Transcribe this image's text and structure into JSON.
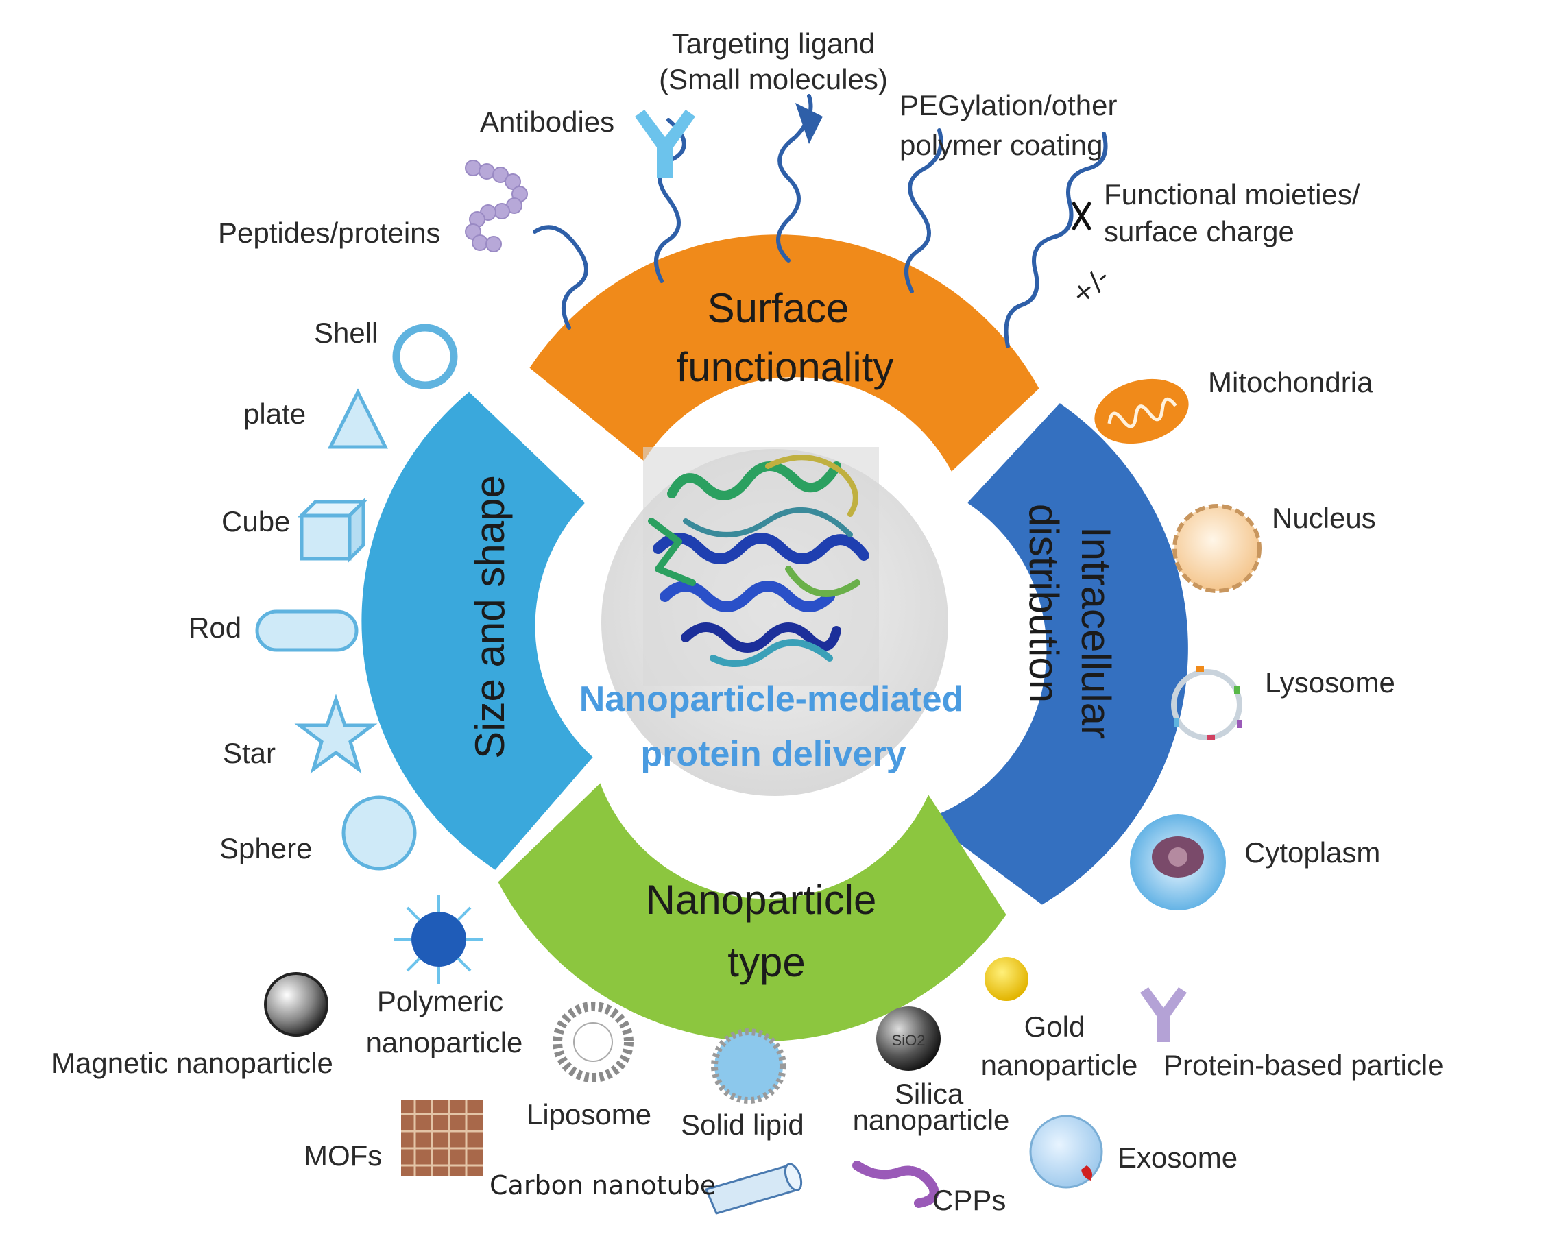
{
  "center": {
    "line1": "Nanoparticle-mediated",
    "line2": "protein delivery"
  },
  "segments": {
    "surface": {
      "line1": "Surface",
      "line2": "functionality",
      "color": "#f08a1a"
    },
    "size": {
      "label": "Size and shape",
      "color": "#3aa8dc"
    },
    "intracellular": {
      "line1": "Intracellular",
      "line2": "distribution",
      "color": "#3470c0"
    },
    "type": {
      "line1": "Nanoparticle",
      "line2": "type",
      "color": "#8cc63f"
    }
  },
  "surface_items": {
    "peptides": "Peptides/proteins",
    "antibodies": "Antibodies",
    "ligand1": "Targeting ligand",
    "ligand2": "(Small molecules)",
    "peg1": "PEGylation/other",
    "peg2": "polymer coating",
    "func1": "Functional moieties/",
    "func2": "surface charge",
    "charge": "+/-"
  },
  "shapes": {
    "shell": "Shell",
    "plate": "plate",
    "cube": "Cube",
    "rod": "Rod",
    "star": "Star",
    "sphere": "Sphere"
  },
  "organelles": {
    "mitochondria": "Mitochondria",
    "nucleus": "Nucleus",
    "lysosome": "Lysosome",
    "cytoplasm": "Cytoplasm"
  },
  "np_types": {
    "polymeric1": "Polymeric",
    "polymeric2": "nanoparticle",
    "magnetic": "Magnetic nanoparticle",
    "liposome": "Liposome",
    "solid_lipid": "Solid lipid",
    "silica1": "Silica",
    "silica2": "nanoparticle",
    "silica_formula": "SiO2",
    "gold1": "Gold",
    "gold2": "nanoparticle",
    "protein_based": "Protein-based particle",
    "mofs": "MOFs",
    "carbon": "Carbon nanotube",
    "cpps": "CPPs",
    "exosome": "Exosome"
  }
}
